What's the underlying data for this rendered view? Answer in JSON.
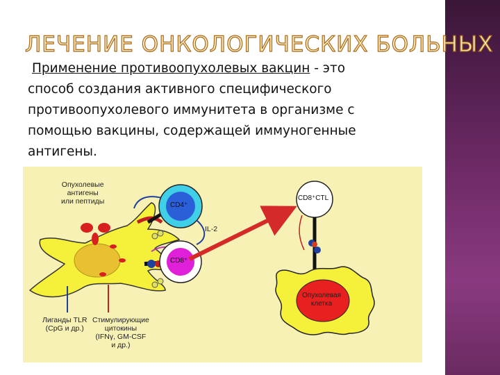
{
  "slide": {
    "title": "ЛЕЧЕНИЕ ОНКОЛОГИЧЕСКИХ БОЛЬНЫХ",
    "term": "Применение противоопухолевых вакцин",
    "definition_lines": [
      " - это",
      "способ создания активного специфического",
      "противоопухолевого иммунитета в организме с",
      "помощью вакцины, содержащей иммуногенные",
      "антигены."
    ]
  },
  "diagram": {
    "labels": {
      "antigens": [
        "Опухолевые",
        "антигены",
        "или пептиды"
      ],
      "il2": "IL-2",
      "cd4": "CD4⁺",
      "cd8": "CD8⁺",
      "ctl": "CD8⁺CTL",
      "tumor_cell": [
        "Опухолевая",
        "клетка"
      ],
      "tlr": [
        "Лиганды TLR",
        "(CpG и др.)"
      ],
      "cytokines": [
        "Стимулирующие",
        "цитокины",
        "(IFNγ, GM-CSF",
        "и др.)"
      ]
    },
    "colors": {
      "background": "#f8f1b6",
      "dendritic_cell": "#f5f03a",
      "cd4_outer": "#3fd0e8",
      "cd4_inner": "#2a5fd8",
      "cd8_inner": "#e020d8",
      "tumor_nucleus": "#e82020",
      "arrow": "#d42a2a"
    }
  }
}
